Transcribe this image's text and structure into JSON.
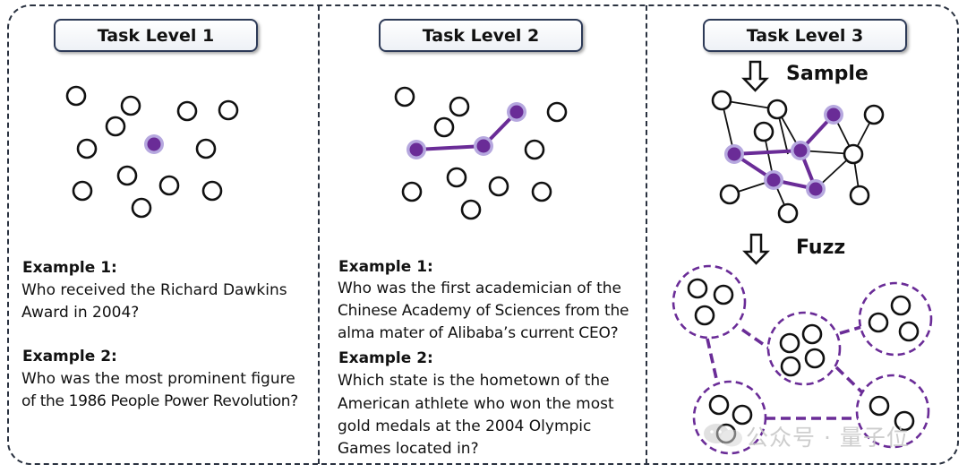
{
  "panels": [
    {
      "title": "Task Level 1",
      "examples": [
        {
          "label": "Example 1:",
          "lines": [
            "Who received the Richard Dawkins",
            "Award in 2004?"
          ]
        },
        {
          "label": "Example 2:",
          "lines": [
            "Who was the most prominent figure",
            "of the 1986 People Power Revolution?"
          ]
        }
      ]
    },
    {
      "title": "Task Level 2",
      "examples": [
        {
          "label": "Example 1:",
          "lines": [
            "Who was the first academician of the",
            "Chinese Academy of Sciences from the",
            "alma mater of Alibaba’s current CEO?"
          ]
        },
        {
          "label": "Example 2:",
          "lines": [
            "Which state is the hometown of the",
            "American athlete who won the most",
            "gold medals at the 2004 Olympic",
            "Games located in?"
          ]
        }
      ]
    },
    {
      "title": "Task Level 3",
      "steps": [
        "Sample",
        "Fuzz"
      ]
    }
  ],
  "watermark": "公众号 · 量子位",
  "colors": {
    "highlight": "#6a2c97",
    "highlight_halo": "#b6a8df",
    "node_stroke": "#111111",
    "border": "#2a3240",
    "title_border": "#2d3a57"
  }
}
